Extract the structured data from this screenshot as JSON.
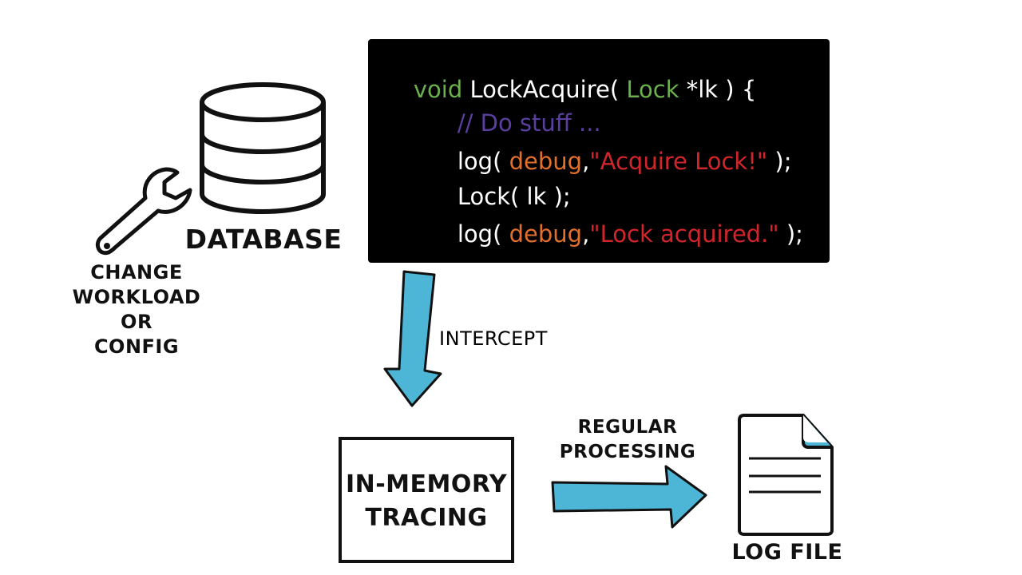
{
  "labels": {
    "database": "DATABASE",
    "change_workload": [
      "CHANGE",
      "WORKLOAD",
      "OR",
      "CONFIG"
    ],
    "intercept": "INTERCEPT",
    "in_memory_tracing": [
      "IN-MEMORY",
      "TRACING"
    ],
    "regular_processing": [
      "REGULAR",
      "PROCESSING"
    ],
    "log_file": "LOG FILE"
  },
  "code": {
    "line1": {
      "kw": "void",
      "fn": " LockAcquire(",
      "type": " Lock",
      "rest": " *lk ) {"
    },
    "line2": {
      "comment": "// Do stuff ..."
    },
    "line3": {
      "call": "log(",
      "arg": " debug",
      "sep": ",",
      "str": "\"Acquire Lock!\"",
      "end": " );"
    },
    "line4": {
      "text": "Lock( lk );"
    },
    "line5": {
      "call": "log(",
      "arg": " debug",
      "sep": ",",
      "str": "\"Lock acquired.\"",
      "end": " );"
    },
    "line6": {
      "text": "}"
    }
  },
  "colors": {
    "arrow": "#4db6d6",
    "code_background": "#000000",
    "keyword": "#6ab04c",
    "comment": "#5b3fa0",
    "argument": "#e2702b",
    "string": "#d1252b"
  },
  "icons": [
    "database-icon",
    "wrench-icon",
    "document-icon",
    "down-arrow-icon",
    "right-arrow-icon"
  ]
}
